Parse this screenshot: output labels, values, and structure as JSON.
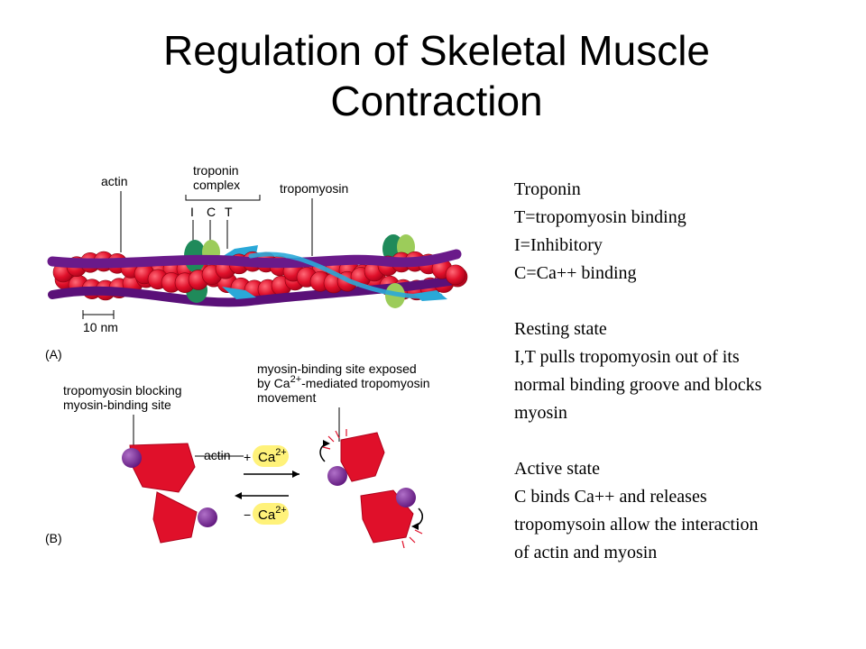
{
  "slide": {
    "title_line1": "Regulation of Skeletal Muscle",
    "title_line2": "Contraction"
  },
  "figure": {
    "label_actin": "actin",
    "label_troponin": "troponin",
    "label_complex": "complex",
    "label_I": "I",
    "label_C": "C",
    "label_T": "T",
    "label_tropomyosin": "tropomyosin",
    "label_scale": "10 nm",
    "panel_a": "(A)",
    "panel_b": "(B)",
    "left_caption_1": "tropomyosin blocking",
    "left_caption_2": "myosin-binding site",
    "right_caption_1": "myosin-binding site exposed",
    "right_caption_2_pre": "by Ca",
    "right_caption_2_sup": "2+",
    "right_caption_2_post": "-mediated tropomyosin",
    "right_caption_3": "movement",
    "label_actin_b": "actin",
    "plus_sign": "+",
    "minus_sign": "−",
    "ca_text": "Ca",
    "ca_sup": "2+"
  },
  "notes": {
    "lines": [
      "Troponin",
      "T=tropomyosin binding",
      "I=Inhibitory",
      "C=Ca++ binding",
      "",
      "Resting state",
      "I,T pulls tropomyosin out of its",
      "normal binding groove and blocks",
      "myosin",
      "",
      " Active state",
      "C binds Ca++ and releases",
      "tropomysoin allow the interaction",
      "of actin and myosin"
    ]
  },
  "colors": {
    "actin_red": "#e0102a",
    "actin_outline": "#8a0010",
    "tropomyosin_purple": "#6a1a8a",
    "troponin_green": "#1f8a5a",
    "troponin_lightgreen": "#9ccc5a",
    "troponin_blue": "#2aa8d8",
    "ca_yellow": "#fff27a"
  }
}
